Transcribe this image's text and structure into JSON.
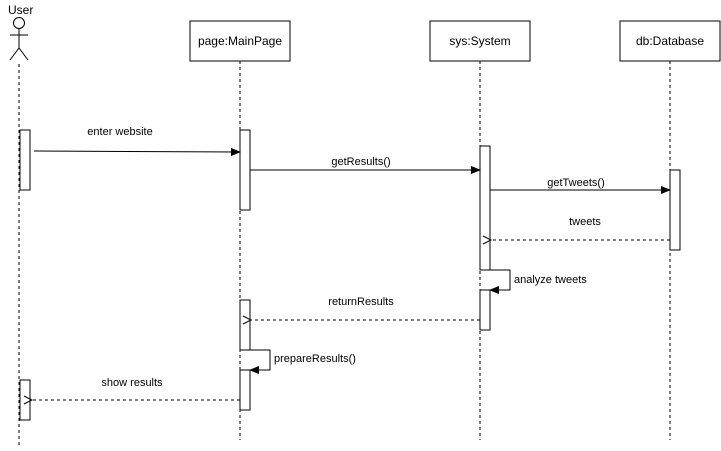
{
  "actor": {
    "name": "User"
  },
  "participants": [
    {
      "id": "page",
      "label": "page:MainPage"
    },
    {
      "id": "sys",
      "label": "sys:System"
    },
    {
      "id": "db",
      "label": "db:Database"
    }
  ],
  "messages": {
    "enter_website": "enter website",
    "get_results": "getResults()",
    "get_tweets": "getTweets()",
    "tweets": "tweets",
    "analyze_tweets": "analyze tweets",
    "return_results": "returnResults",
    "prepare_results": "prepareResults()",
    "show_results": "show results"
  }
}
